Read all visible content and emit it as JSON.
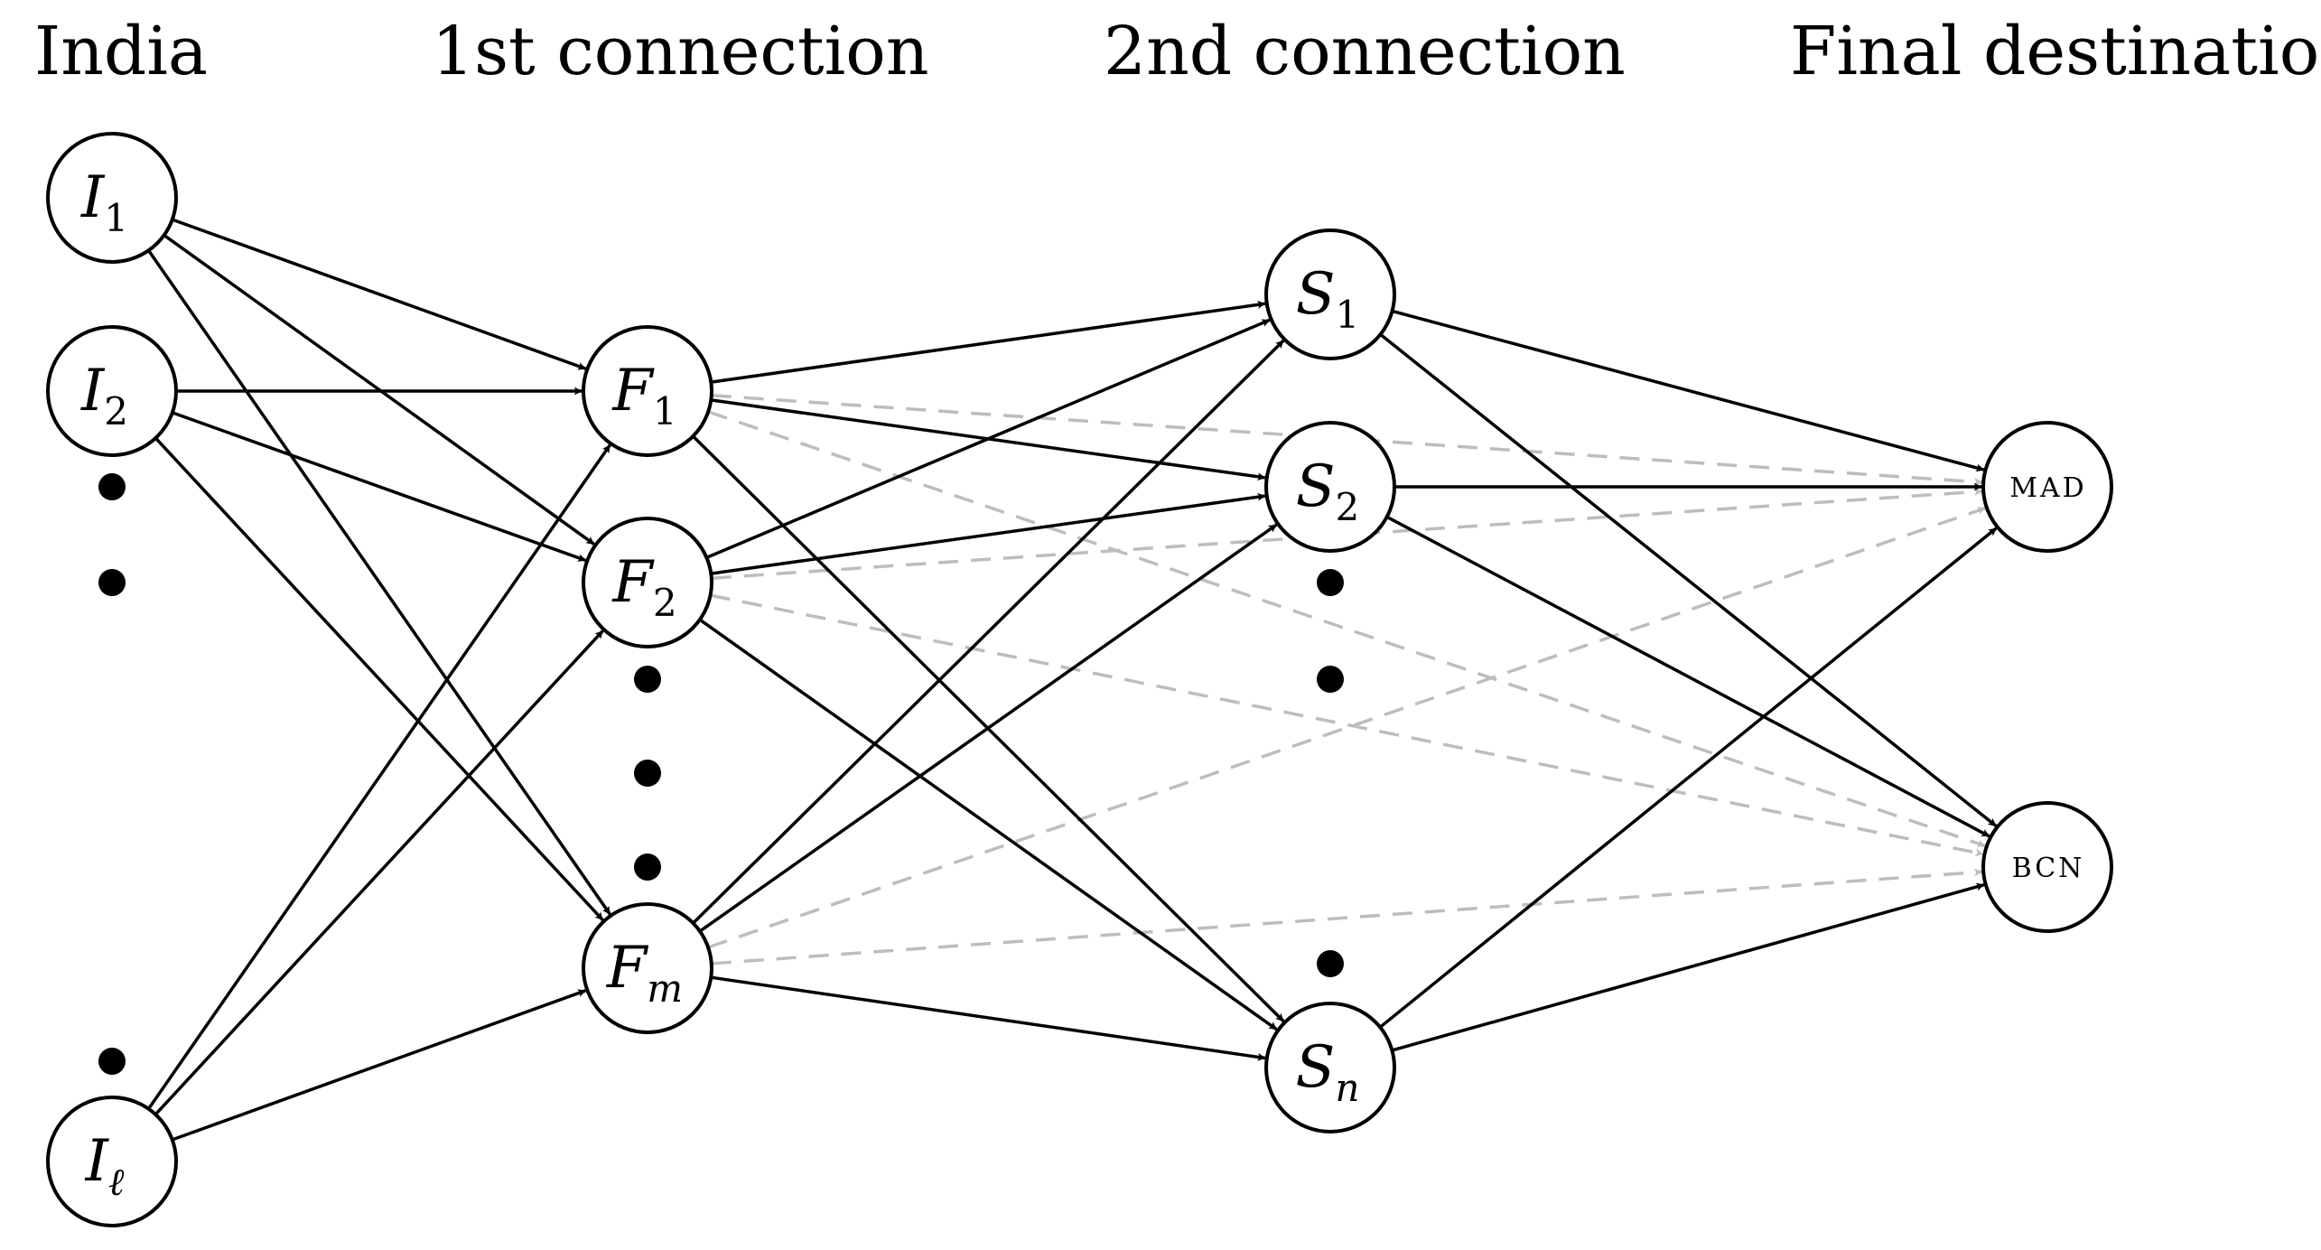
{
  "columns": [
    "India",
    "1st connection",
    "2nd connection",
    "Final destination"
  ],
  "nodes": {
    "I1": {
      "main": "I",
      "sub": "1",
      "sub_italic": false
    },
    "I2": {
      "main": "I",
      "sub": "2",
      "sub_italic": false
    },
    "Il": {
      "main": "I",
      "sub": "ℓ",
      "sub_italic": true
    },
    "F1": {
      "main": "F",
      "sub": "1",
      "sub_italic": false
    },
    "F2": {
      "main": "F",
      "sub": "2",
      "sub_italic": false
    },
    "Fm": {
      "main": "F",
      "sub": "m",
      "sub_italic": true
    },
    "S1": {
      "main": "S",
      "sub": "1",
      "sub_italic": false
    },
    "S2": {
      "main": "S",
      "sub": "2",
      "sub_italic": false
    },
    "Sn": {
      "main": "S",
      "sub": "n",
      "sub_italic": true
    },
    "MAD": {
      "label": "MAD"
    },
    "BCN": {
      "label": "BCN"
    }
  },
  "edges": {
    "solid": [
      [
        "I1",
        "F1"
      ],
      [
        "I1",
        "F2"
      ],
      [
        "I1",
        "Fm"
      ],
      [
        "I2",
        "F1"
      ],
      [
        "I2",
        "F2"
      ],
      [
        "I2",
        "Fm"
      ],
      [
        "Il",
        "F1"
      ],
      [
        "Il",
        "F2"
      ],
      [
        "Il",
        "Fm"
      ],
      [
        "F1",
        "S1"
      ],
      [
        "F1",
        "S2"
      ],
      [
        "F1",
        "Sn"
      ],
      [
        "F2",
        "S1"
      ],
      [
        "F2",
        "S2"
      ],
      [
        "F2",
        "Sn"
      ],
      [
        "Fm",
        "S1"
      ],
      [
        "Fm",
        "S2"
      ],
      [
        "Fm",
        "Sn"
      ],
      [
        "S1",
        "MAD"
      ],
      [
        "S1",
        "BCN"
      ],
      [
        "S2",
        "MAD"
      ],
      [
        "S2",
        "BCN"
      ],
      [
        "Sn",
        "MAD"
      ],
      [
        "Sn",
        "BCN"
      ]
    ],
    "dashed": [
      [
        "F1",
        "MAD"
      ],
      [
        "F1",
        "BCN"
      ],
      [
        "F2",
        "MAD"
      ],
      [
        "F2",
        "BCN"
      ],
      [
        "Fm",
        "MAD"
      ],
      [
        "Fm",
        "BCN"
      ]
    ]
  }
}
